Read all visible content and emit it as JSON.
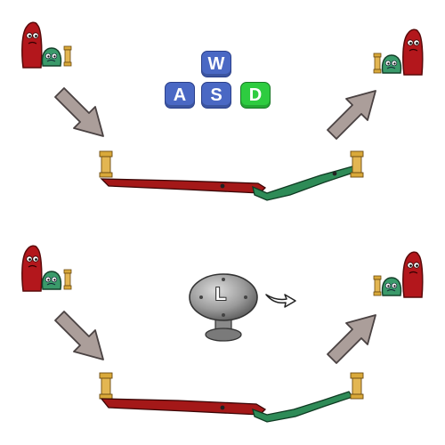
{
  "keys": {
    "w": {
      "label": "W",
      "color": "#4a68c4",
      "active": false
    },
    "a": {
      "label": "A",
      "color": "#4a68c4",
      "active": false
    },
    "s": {
      "label": "S",
      "color": "#4a68c4",
      "active": false
    },
    "d": {
      "label": "D",
      "color": "#2ecc40",
      "active": true
    }
  },
  "knob": {
    "label": "L"
  },
  "colors": {
    "red_creature": "#b3171c",
    "green_creature": "#3a9a6a",
    "red_tube": "#a41818",
    "green_tube": "#2e8b57",
    "arrow": "#ab9e9a",
    "brass": "#d9a93a"
  },
  "icons": [
    "red-creature-icon",
    "green-creature-icon",
    "brass-connector-icon",
    "arrow-icon",
    "knob-icon"
  ]
}
